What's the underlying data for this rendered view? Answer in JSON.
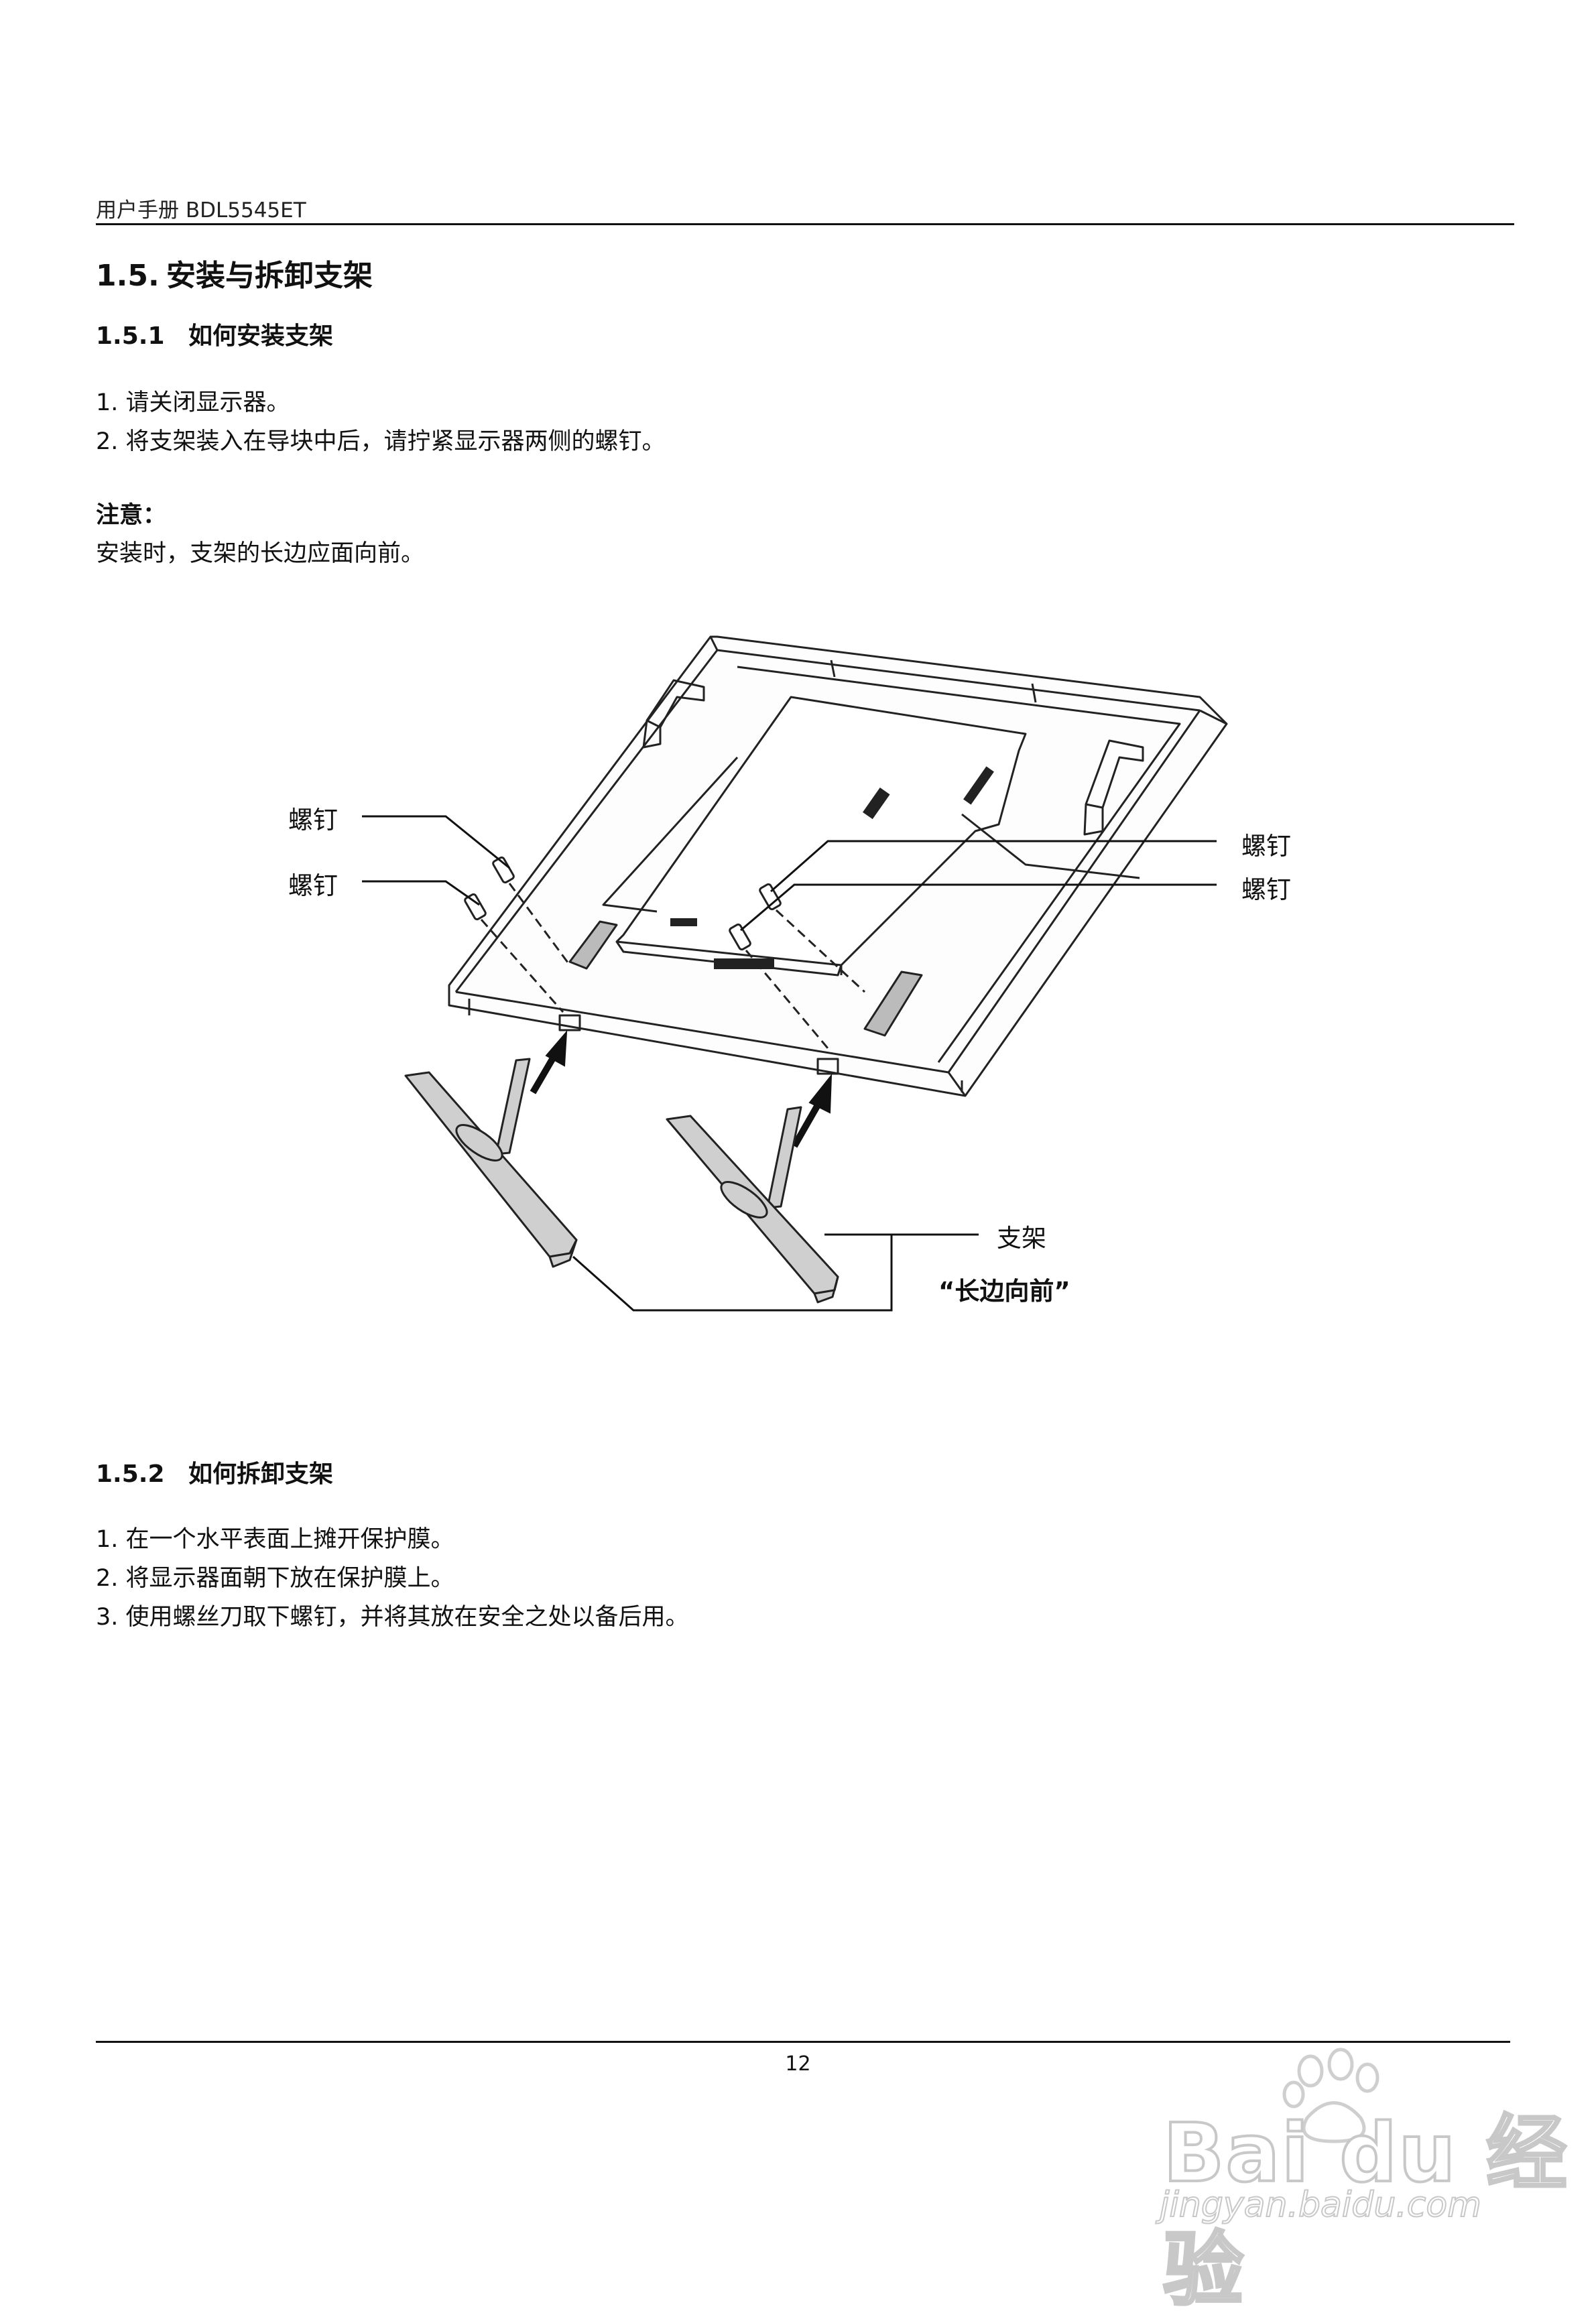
{
  "header": {
    "title": "用户手册  BDL5545ET"
  },
  "section": {
    "number": "1.5.",
    "title": "安装与拆卸支架"
  },
  "install": {
    "number": "1.5.1",
    "title": "如何安装支架",
    "steps": [
      "1. 请关闭显示器。",
      "2. 将支架装入在导块中后，请拧紧显示器两侧的螺钉。"
    ],
    "note_label": "注意：",
    "note_text": "安装时，支架的长边应面向前。"
  },
  "diagram": {
    "labels": {
      "screw_left_1": "螺钉",
      "screw_left_2": "螺钉",
      "screw_right_1": "螺钉",
      "screw_right_2": "螺钉",
      "stand": "支架",
      "long_side_front": "“长边向前”"
    }
  },
  "remove": {
    "number": "1.5.2",
    "title": "如何拆卸支架",
    "steps": [
      "1. 在一个水平表面上摊开保护膜。",
      "2. 将显示器面朝下放在保护膜上。",
      "3. 使用螺丝刀取下螺钉，并将其放在安全之处以备后用。"
    ]
  },
  "footer": {
    "page_number": "12"
  },
  "watermark": {
    "brand": "Bai du 经验",
    "url": "jingyan.baidu.com"
  }
}
